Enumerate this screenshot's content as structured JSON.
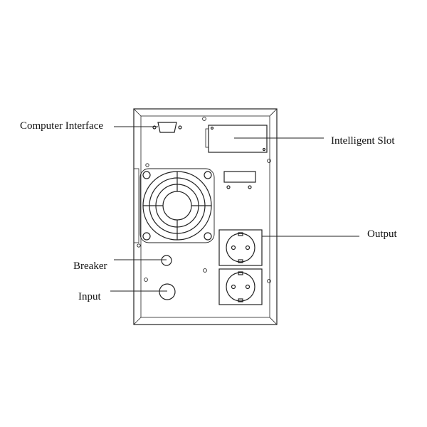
{
  "labels": {
    "computer_interface": "Computer Interface",
    "intelligent_slot": "Intelligent Slot",
    "output": "Output",
    "breaker": "Breaker",
    "input": "Input"
  },
  "colors": {
    "stroke": "#222222",
    "background": "#ffffff"
  }
}
